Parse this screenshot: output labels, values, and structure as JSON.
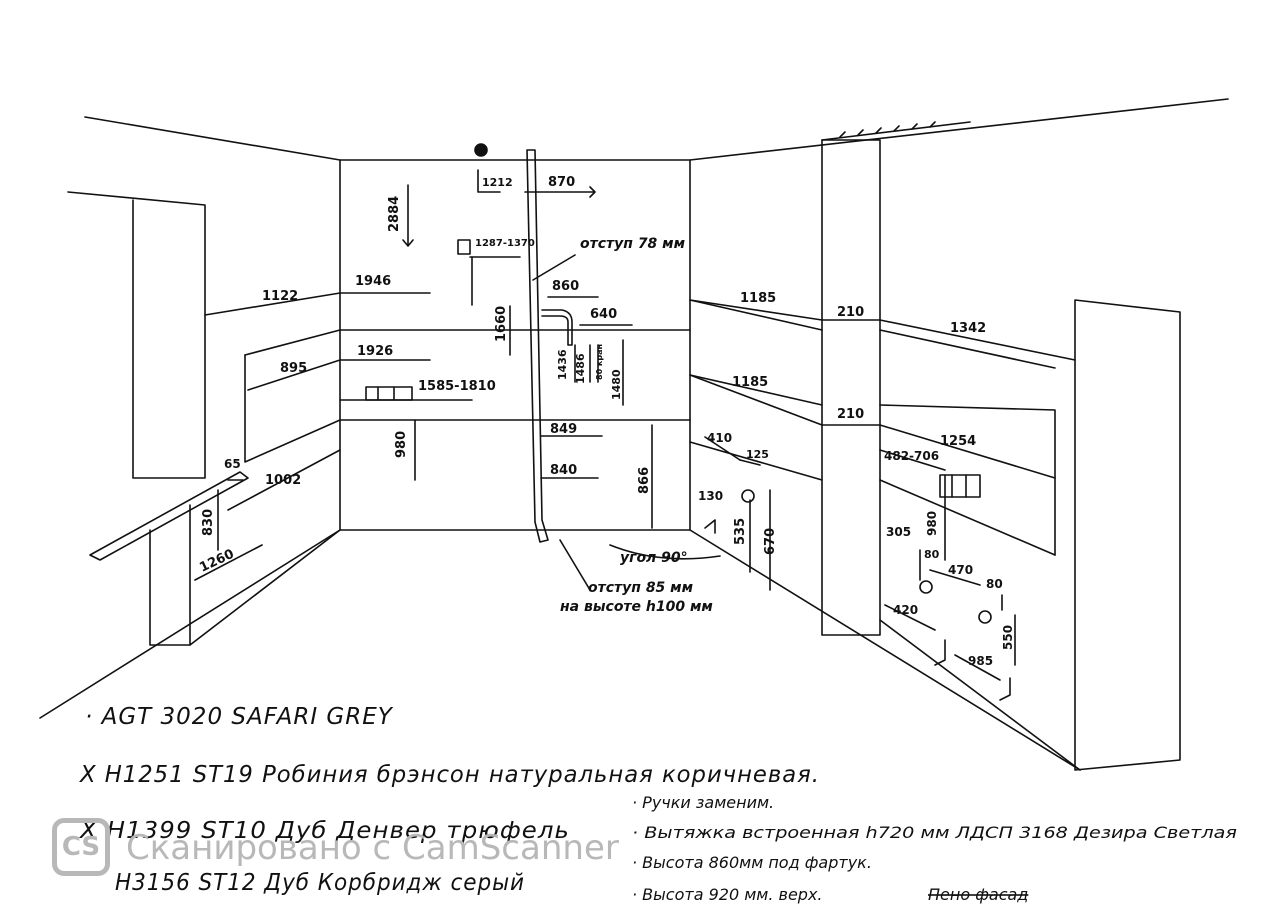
{
  "dimensions": {
    "d2884": "2884",
    "d1212": "1212",
    "d870": "870",
    "d1287_1370": "1287-1370",
    "offset78": "отступ 78 мм",
    "d1122": "1122",
    "d1946": "1946",
    "d860": "860",
    "d1660": "1660",
    "d640": "640",
    "d895": "895",
    "d1926": "1926",
    "d1436": "1436",
    "d1486": "1486",
    "d1480": "1480",
    "d_small": "80 кран",
    "d1585_1810": "1585-1810",
    "d849": "849",
    "d840": "840",
    "d980_left": "980",
    "d866": "866",
    "d65": "65",
    "d1002": "1002",
    "d830": "830",
    "d1260": "1260",
    "d1185_top": "1185",
    "d210_top": "210",
    "d1342": "1342",
    "d1185_mid": "1185",
    "d210_mid": "210",
    "d1254": "1254",
    "d410": "410",
    "d125": "125",
    "d482_706": "482-706",
    "d130": "130",
    "d535": "535",
    "d670": "670",
    "d980_right": "980",
    "d305": "305",
    "d80_a": "80",
    "d470": "470",
    "d80_b": "80",
    "d420": "420",
    "d550": "550",
    "d985": "985",
    "angle90": "угол 90°",
    "offset85_line1": "отступ 85 мм",
    "offset85_line2": "на высоте h100 мм"
  },
  "materials": {
    "m1": "· AGT 3020 SAFARI GREY",
    "m2": "X H1251 ST19 Робиния брэнсон натуральная коричневая.",
    "m3": "X H1399 ST10 Дуб Денвер трюфель",
    "m4": "H3156 ST12 Дуб Корбридж серый"
  },
  "notes": {
    "n1": "· Ручки заменим.",
    "n2": "· Вытяжка встроенная h720 мм ЛДСП 3168 Дезира Светлая",
    "n3": "· Высота 860мм под фартук.",
    "n4": "· Высота 920 мм. верх.",
    "n4_struck": "Пено фасад"
  },
  "watermark": {
    "logo": "CS",
    "text": "Сканировано с CamScanner"
  }
}
